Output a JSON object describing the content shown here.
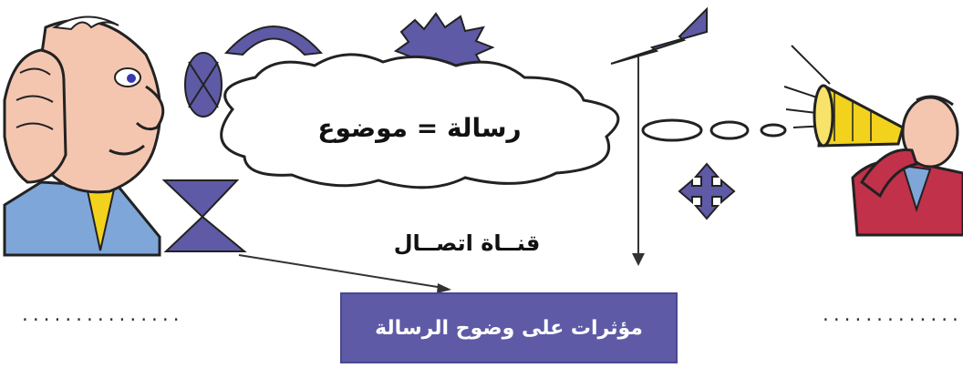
{
  "cloud_text": "رسالة = موضوع",
  "channel_label": "قنــاة اتصــال",
  "bottom_box_text": "مؤثرات على وضوح الرسالة",
  "left_dots": "...............",
  "right_dots": "...............",
  "colors": {
    "shape_fill": "#5e5aa6",
    "box_fill": "#5e5aa6",
    "box_text": "#ffffff",
    "line": "#333333",
    "skin": "#f4c6b0",
    "shirt_blue": "#7fa6d8",
    "jacket_red": "#c2314a",
    "megaphone": "#f2d21c"
  },
  "icons": [
    "listener-man-icon",
    "speaker-megaphone-icon",
    "crossed-circle-icon",
    "arc-icon",
    "starburst-icon",
    "lightning-icon",
    "hourglass-icon",
    "four-arrows-icon"
  ]
}
